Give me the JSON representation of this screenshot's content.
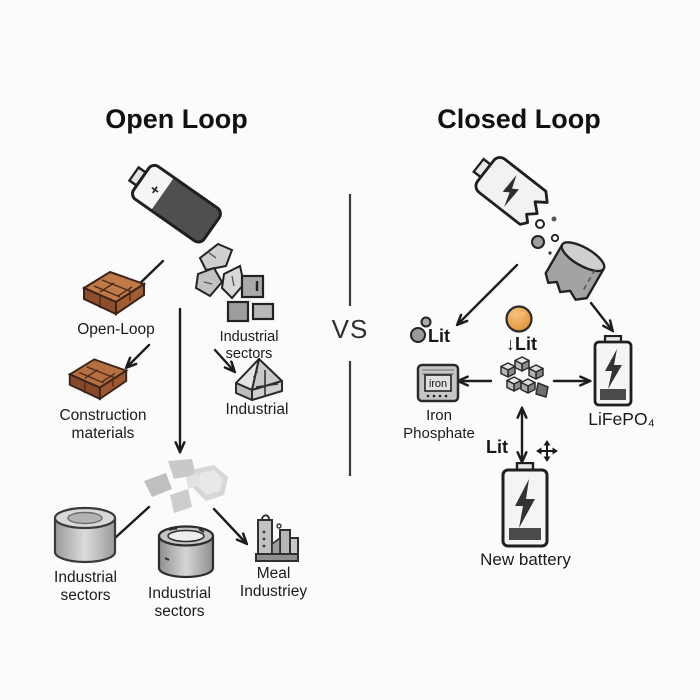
{
  "header": {
    "open_title": "Open Loop",
    "closed_title": "Closed Loop",
    "vs": "VS"
  },
  "open_loop": {
    "battery_plus": "+",
    "recycled_to_label": "Open-Loop",
    "construction_label": "Construction\nmaterials",
    "industrial_sectors_label": "Industrial\nsectors",
    "industrial_label": "Industrial",
    "industrial_sectors_left_label": "Industrial\nsectors",
    "industrial_sectors_mid_label": "Industrial\nsectors",
    "metal_industry_label": "Meal\nIndustriey"
  },
  "closed_loop": {
    "lithium_particles_label": "Lit",
    "lithium_down_label": "↓Lit",
    "iron_box_text": "iron",
    "iron_phosphate_label": "Iron\nPhosphate",
    "lifepo4_label": "LiFePO₄",
    "lithium_return_label": "Lit",
    "new_battery_label": "New battery"
  },
  "colors": {
    "brick": "#b06038",
    "metal_gray": "#b9b9b9",
    "lithium_orange": "#e8a34f",
    "ink": "#1c1c1c",
    "background": "#fbfbfb"
  }
}
